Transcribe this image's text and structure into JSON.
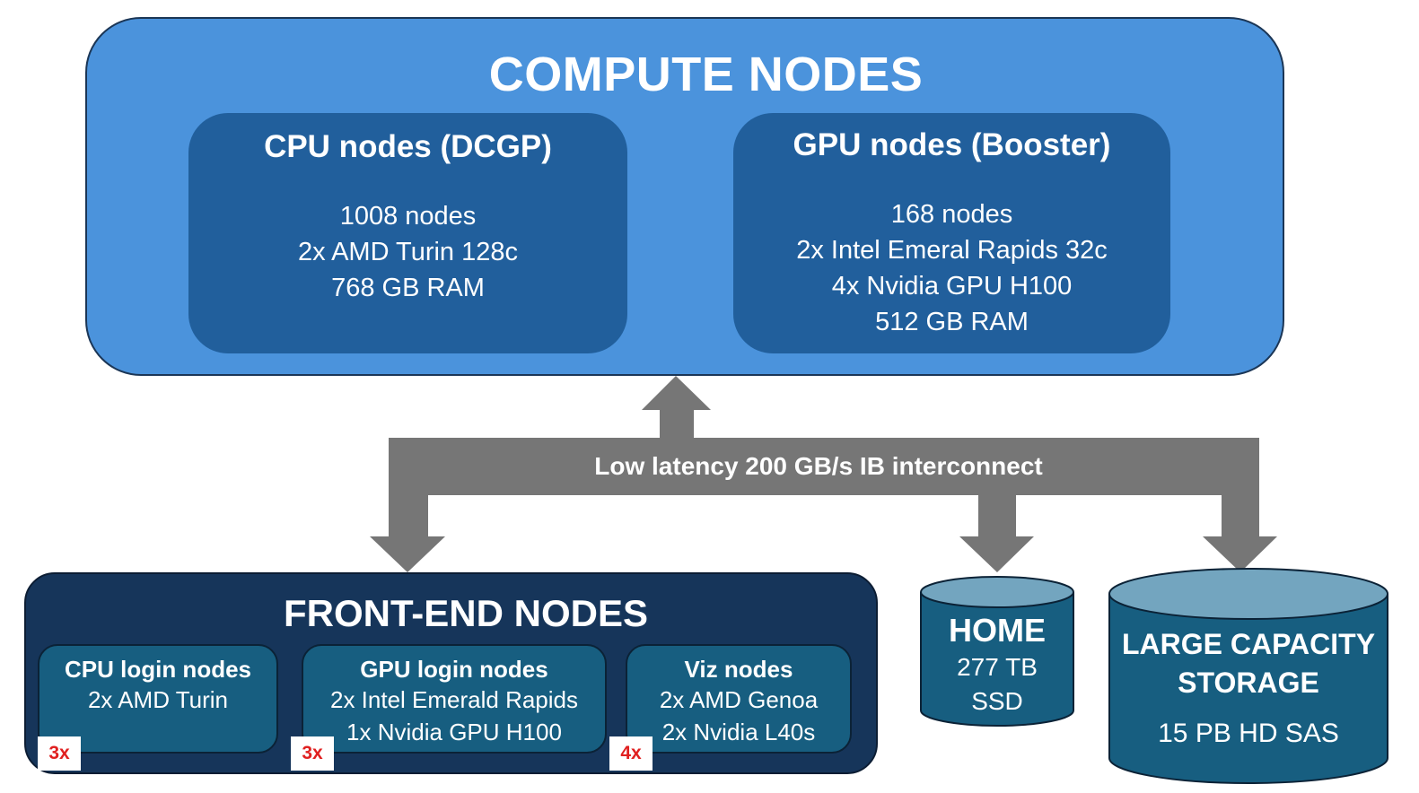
{
  "compute": {
    "title": "COMPUTE NODES",
    "cpu": {
      "title": "CPU nodes (DCGP)",
      "lines": [
        "1008 nodes",
        "2x AMD Turin 128c",
        "768 GB RAM"
      ]
    },
    "gpu": {
      "title": "GPU nodes (Booster)",
      "lines": [
        "168 nodes",
        "2x Intel Emeral Rapids 32c",
        "4x Nvidia GPU H100",
        "512 GB RAM"
      ]
    }
  },
  "interconnect": {
    "label": "Low latency 200 GB/s IB interconnect"
  },
  "front_end": {
    "title": "FRONT-END NODES",
    "cpu_login": {
      "title": "CPU login nodes",
      "lines": [
        "2x AMD Turin"
      ],
      "count": "3x"
    },
    "gpu_login": {
      "title": "GPU login nodes",
      "lines": [
        "2x Intel Emerald Rapids",
        "1x Nvidia GPU H100"
      ],
      "count": "3x"
    },
    "viz": {
      "title": "Viz nodes",
      "lines": [
        "2x AMD Genoa",
        "2x Nvidia L40s"
      ],
      "count": "4x"
    }
  },
  "home": {
    "title": "HOME",
    "lines": [
      "277 TB",
      "SSD"
    ]
  },
  "storage": {
    "title_lines": [
      "LARGE CAPACITY",
      "STORAGE"
    ],
    "capacity": "15 PB HD SAS"
  },
  "colors": {
    "compute_bg": "#4b93dc",
    "inner_bg": "#215f9c",
    "front_bg": "#16355a",
    "sub_bg": "#175e80",
    "arrow": "#767676",
    "cylinder_body": "#175e80",
    "cylinder_top": "#73a5bf",
    "badge_text": "#e02020"
  }
}
